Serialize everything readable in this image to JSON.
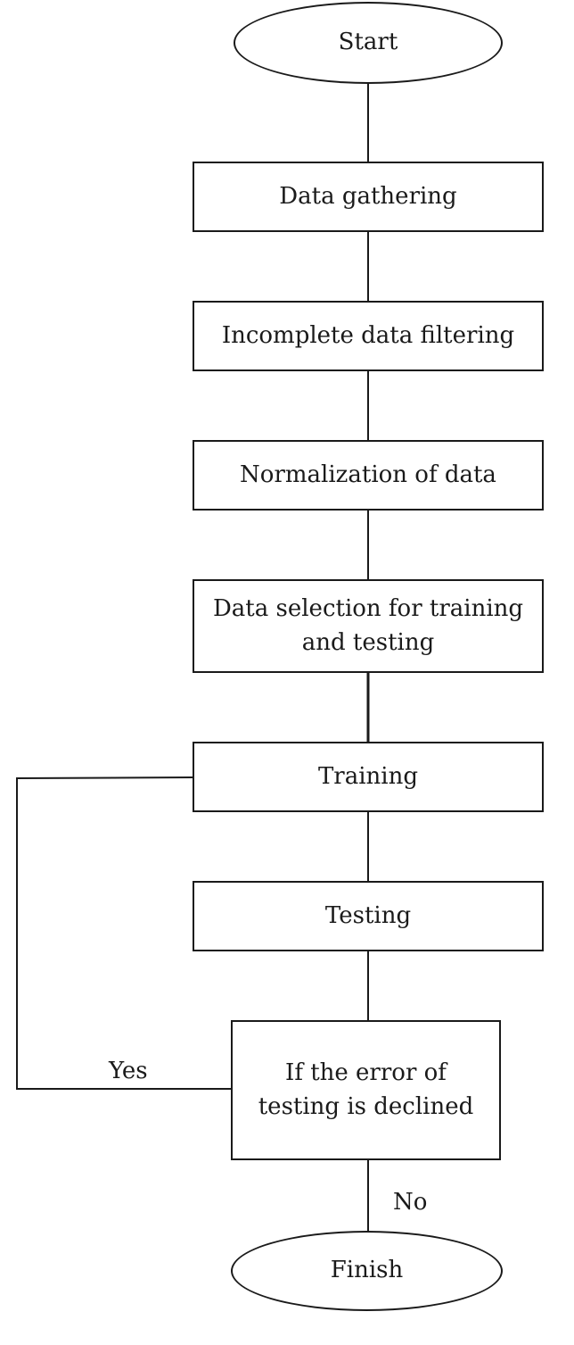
{
  "flowchart": {
    "nodes": {
      "start": "Start",
      "data_gathering": "Data gathering",
      "incomplete_filtering": "Incomplete data filtering",
      "normalization": "Normalization of data",
      "data_selection": "Data selection for training\nand testing",
      "training": "Training",
      "testing": "Testing",
      "decision": "If the error of\ntesting is declined",
      "finish": "Finish"
    },
    "edge_labels": {
      "yes": "Yes",
      "no": "No"
    },
    "colors": {
      "stroke": "#1a1a1a",
      "background": "#ffffff"
    }
  }
}
